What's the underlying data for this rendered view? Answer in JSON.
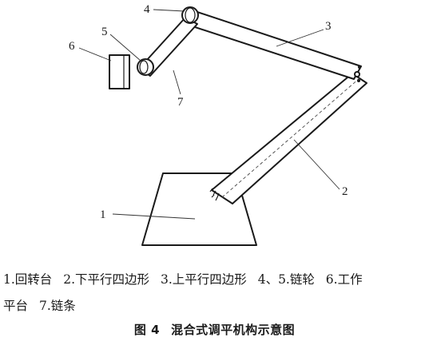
{
  "labels": {
    "turntable": "1",
    "lower_parallelogram": "2",
    "upper_parallelogram": "3",
    "sprocket_4": "4",
    "sprocket_5": "5",
    "work_platform": "6",
    "chain": "7"
  },
  "legend": {
    "line1": [
      "1.回转台",
      "2.下平行四边形",
      "3.上平行四边形",
      "4、5.链轮",
      "6.工作"
    ],
    "line2": [
      "平台",
      "7.链条"
    ]
  },
  "caption": {
    "figure_number": "图 4",
    "title": "混合式调平机构示意图"
  }
}
